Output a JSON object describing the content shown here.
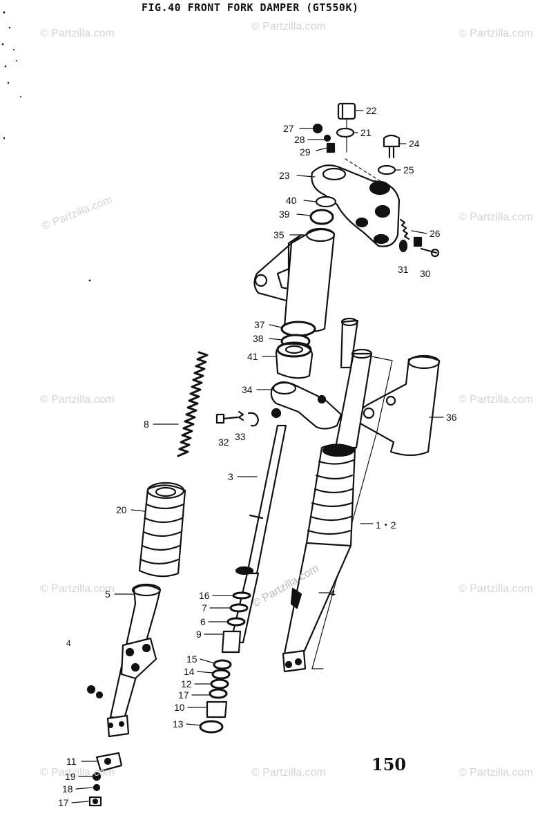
{
  "title": "FIG.40  FRONT FORK DAMPER (GT550K)",
  "page_number": "150",
  "watermark": "© Partzilla.com",
  "stray_mark": "4",
  "callouts": [
    "22",
    "21",
    "27",
    "28",
    "29",
    "24",
    "25",
    "23",
    "40",
    "39",
    "26",
    "35",
    "31",
    "30",
    "37",
    "38",
    "41",
    "34",
    "36",
    "8",
    "32",
    "33",
    "3",
    "20",
    "1・2",
    "5",
    "16",
    "7",
    "6",
    "4",
    "9",
    "15",
    "14",
    "12",
    "17",
    "10",
    "13",
    "11",
    "19",
    "18",
    "17"
  ]
}
